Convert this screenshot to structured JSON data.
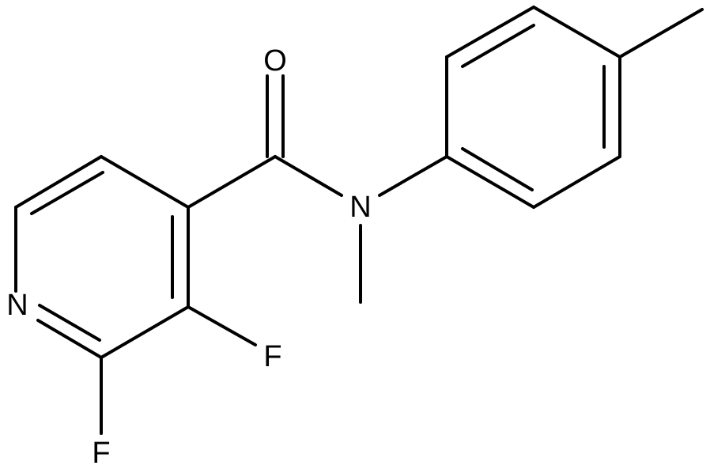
{
  "molecule": {
    "atoms": {
      "oxygen": "O",
      "amide_nitrogen": "N",
      "pyridine_nitrogen": "N",
      "fluorine_3": "F",
      "fluorine_2": "F"
    }
  },
  "colors": {
    "bond": "#000000",
    "label": "#000000",
    "background": "#ffffff"
  }
}
